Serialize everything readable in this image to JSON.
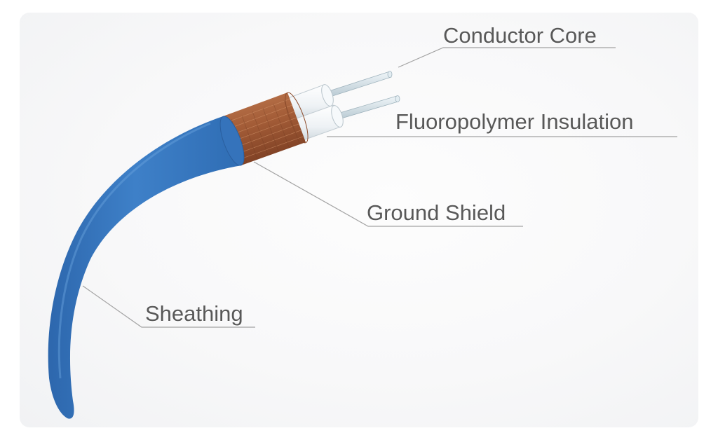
{
  "labels": {
    "conductor_core": "Conductor Core",
    "fluoropolymer_insulation": "Fluoropolymer Insulation",
    "ground_shield": "Ground Shield",
    "sheathing": "Sheathing"
  },
  "colors": {
    "sheathing": "#3b7ac3",
    "ground_shield": "#a55f3a",
    "insulation": "#f3f6f8",
    "conductor": "#d4e3ea",
    "leader_line": "#9a9a9a",
    "label_text": "#585858"
  }
}
